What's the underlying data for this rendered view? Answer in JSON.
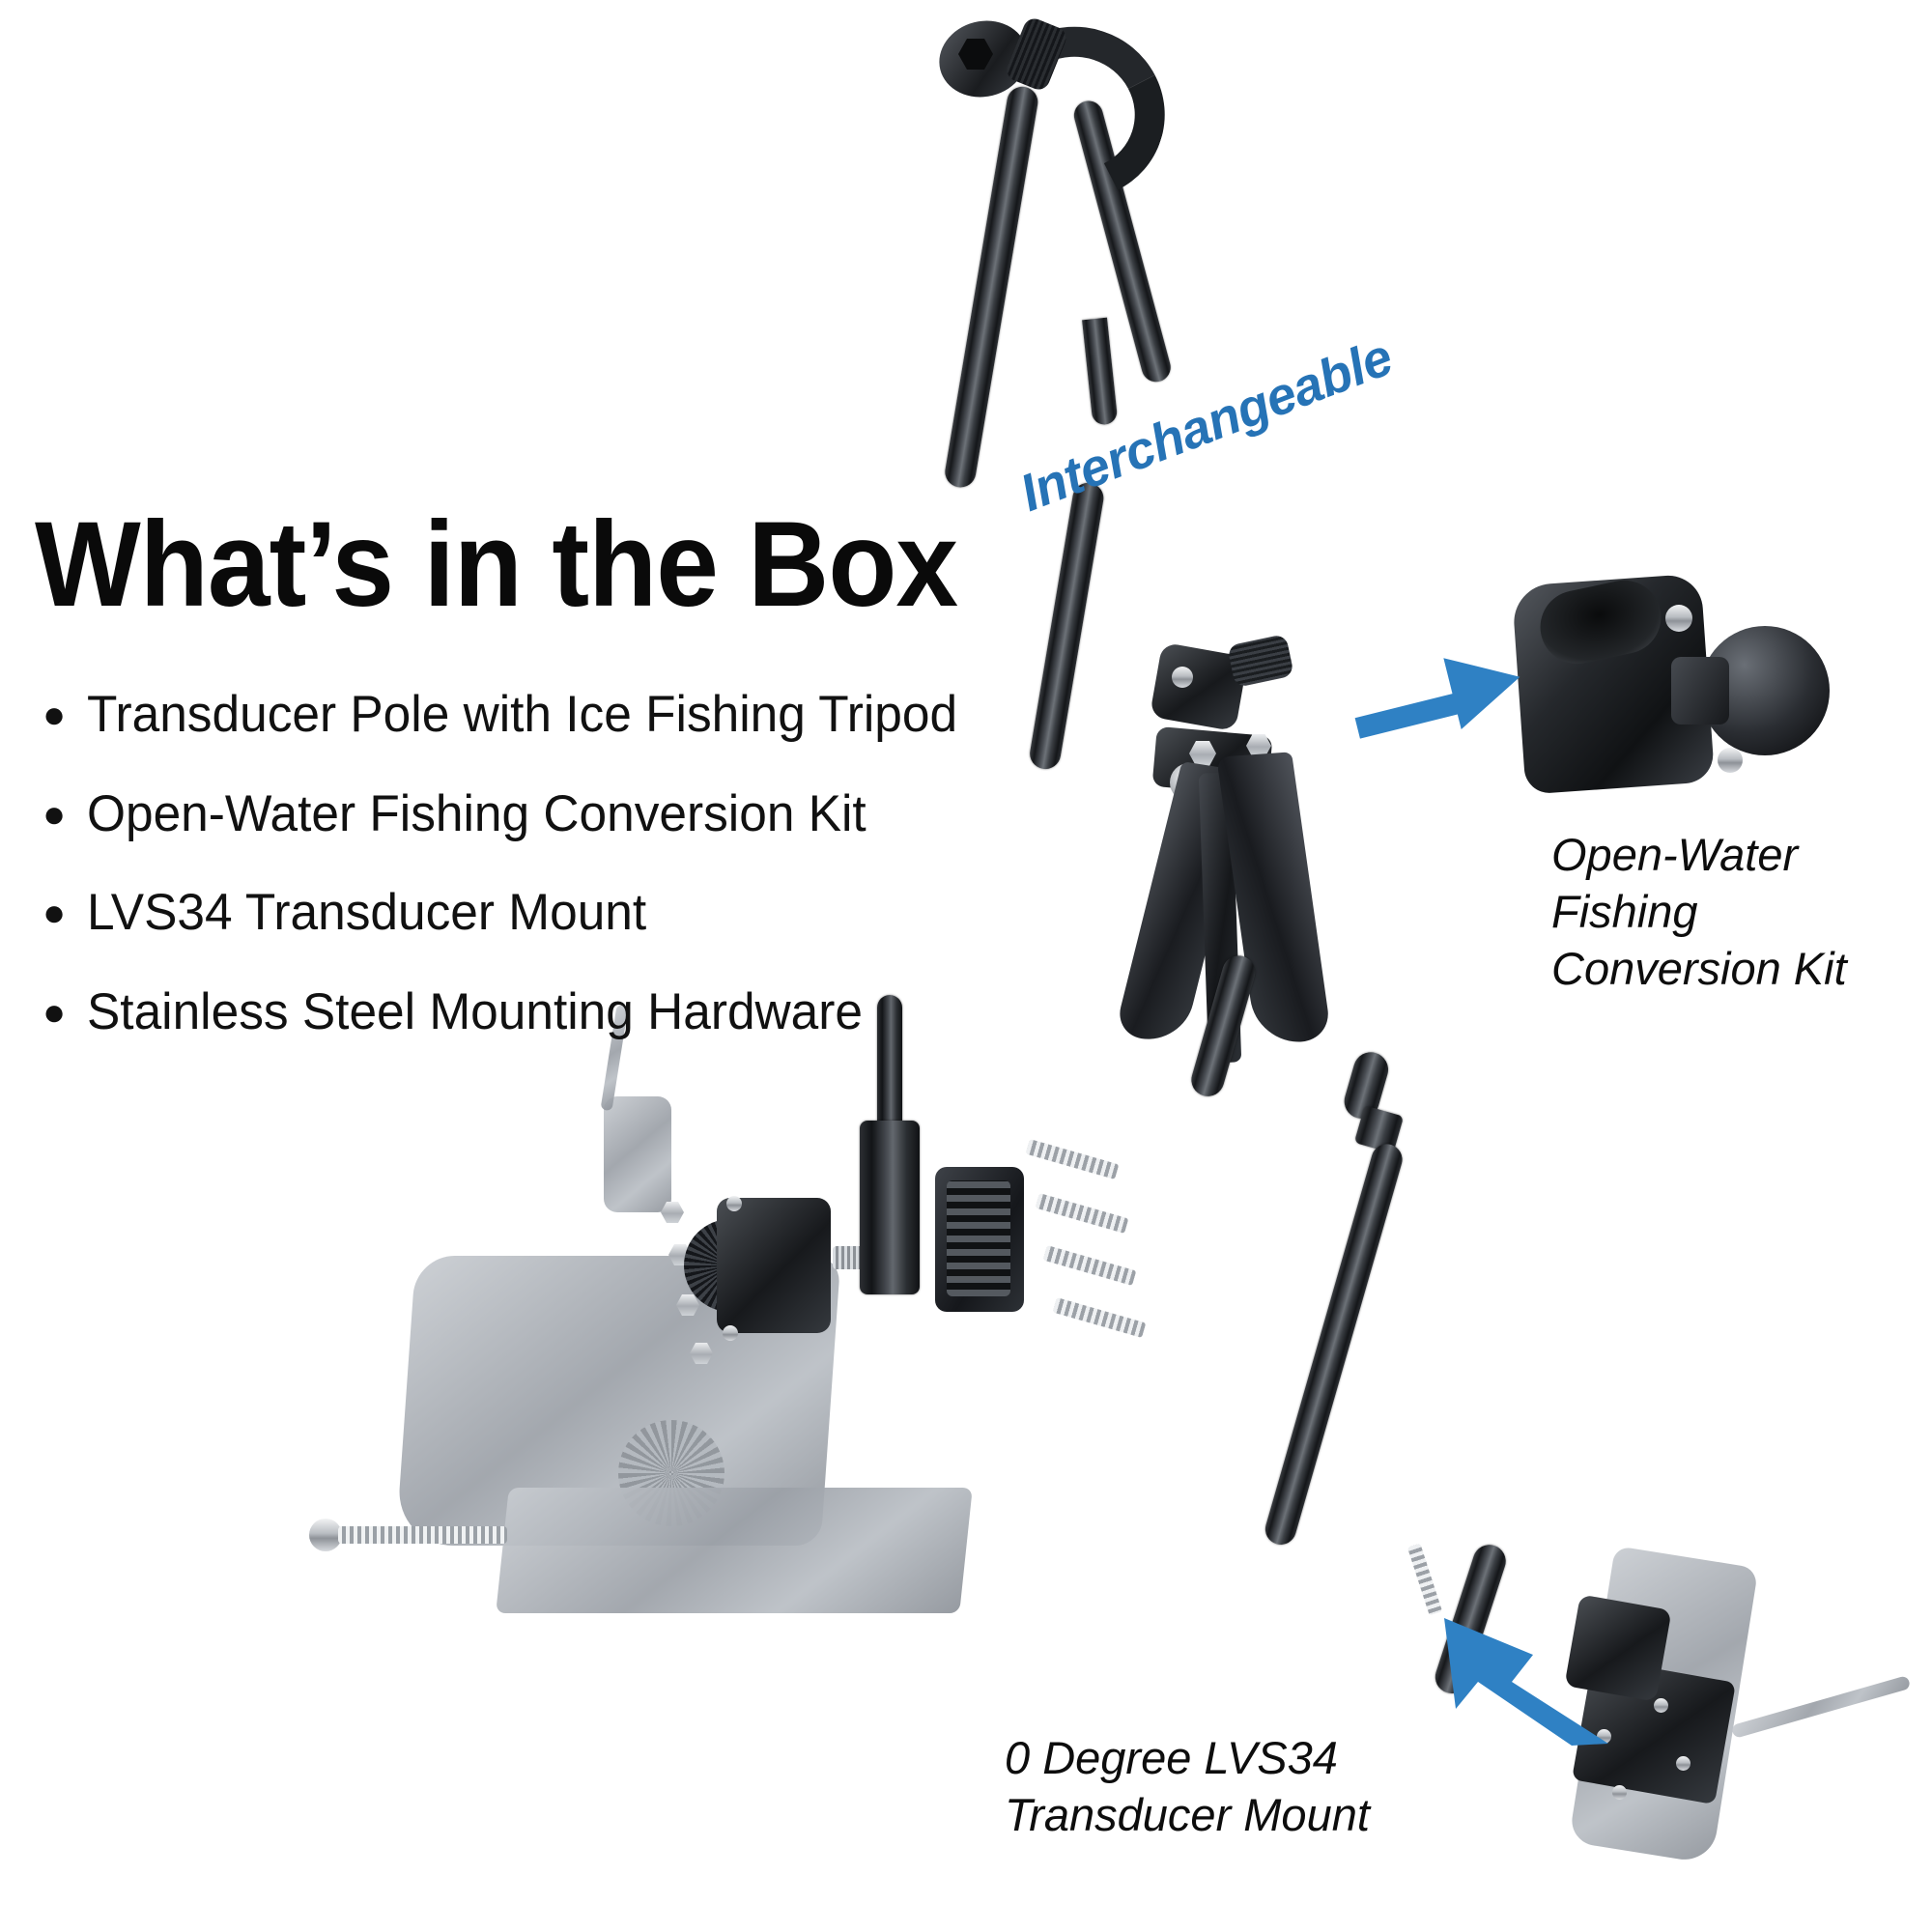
{
  "page": {
    "background_color": "#ffffff",
    "accent_blue": "#2673b6",
    "text_color": "#111111"
  },
  "heading": {
    "title": "What’s in the Box"
  },
  "bullets": {
    "marker": "●",
    "items": [
      {
        "label": "Transducer Pole with Ice Fishing Tripod"
      },
      {
        "label": "Open-Water Fishing Conversion Kit"
      },
      {
        "label": "LVS34 Transducer Mount"
      },
      {
        "label": "Stainless Steel Mounting Hardware"
      }
    ]
  },
  "annotations": {
    "interchangeable_label": "Interchangeable",
    "open_water_caption": "Open-Water Fishing Conversion Kit",
    "lvs34_caption": "0 Degree LVS34 Transducer Mount"
  },
  "product_images": {
    "main_pole": "transducer-pole-with-ice-fishing-tripod",
    "conversion_kit": "open-water-fishing-conversion-kit-clamp-with-ball",
    "exploded_mount": "lvs34-transducer-exploded-mount-assembly",
    "installed_mount": "lvs34-transducer-installed-on-pole"
  },
  "arrows": {
    "to_conversion_kit": {
      "direction": "right",
      "color": "#2673b6"
    },
    "to_installed_mount": {
      "direction": "up-left",
      "color": "#2673b6"
    }
  }
}
